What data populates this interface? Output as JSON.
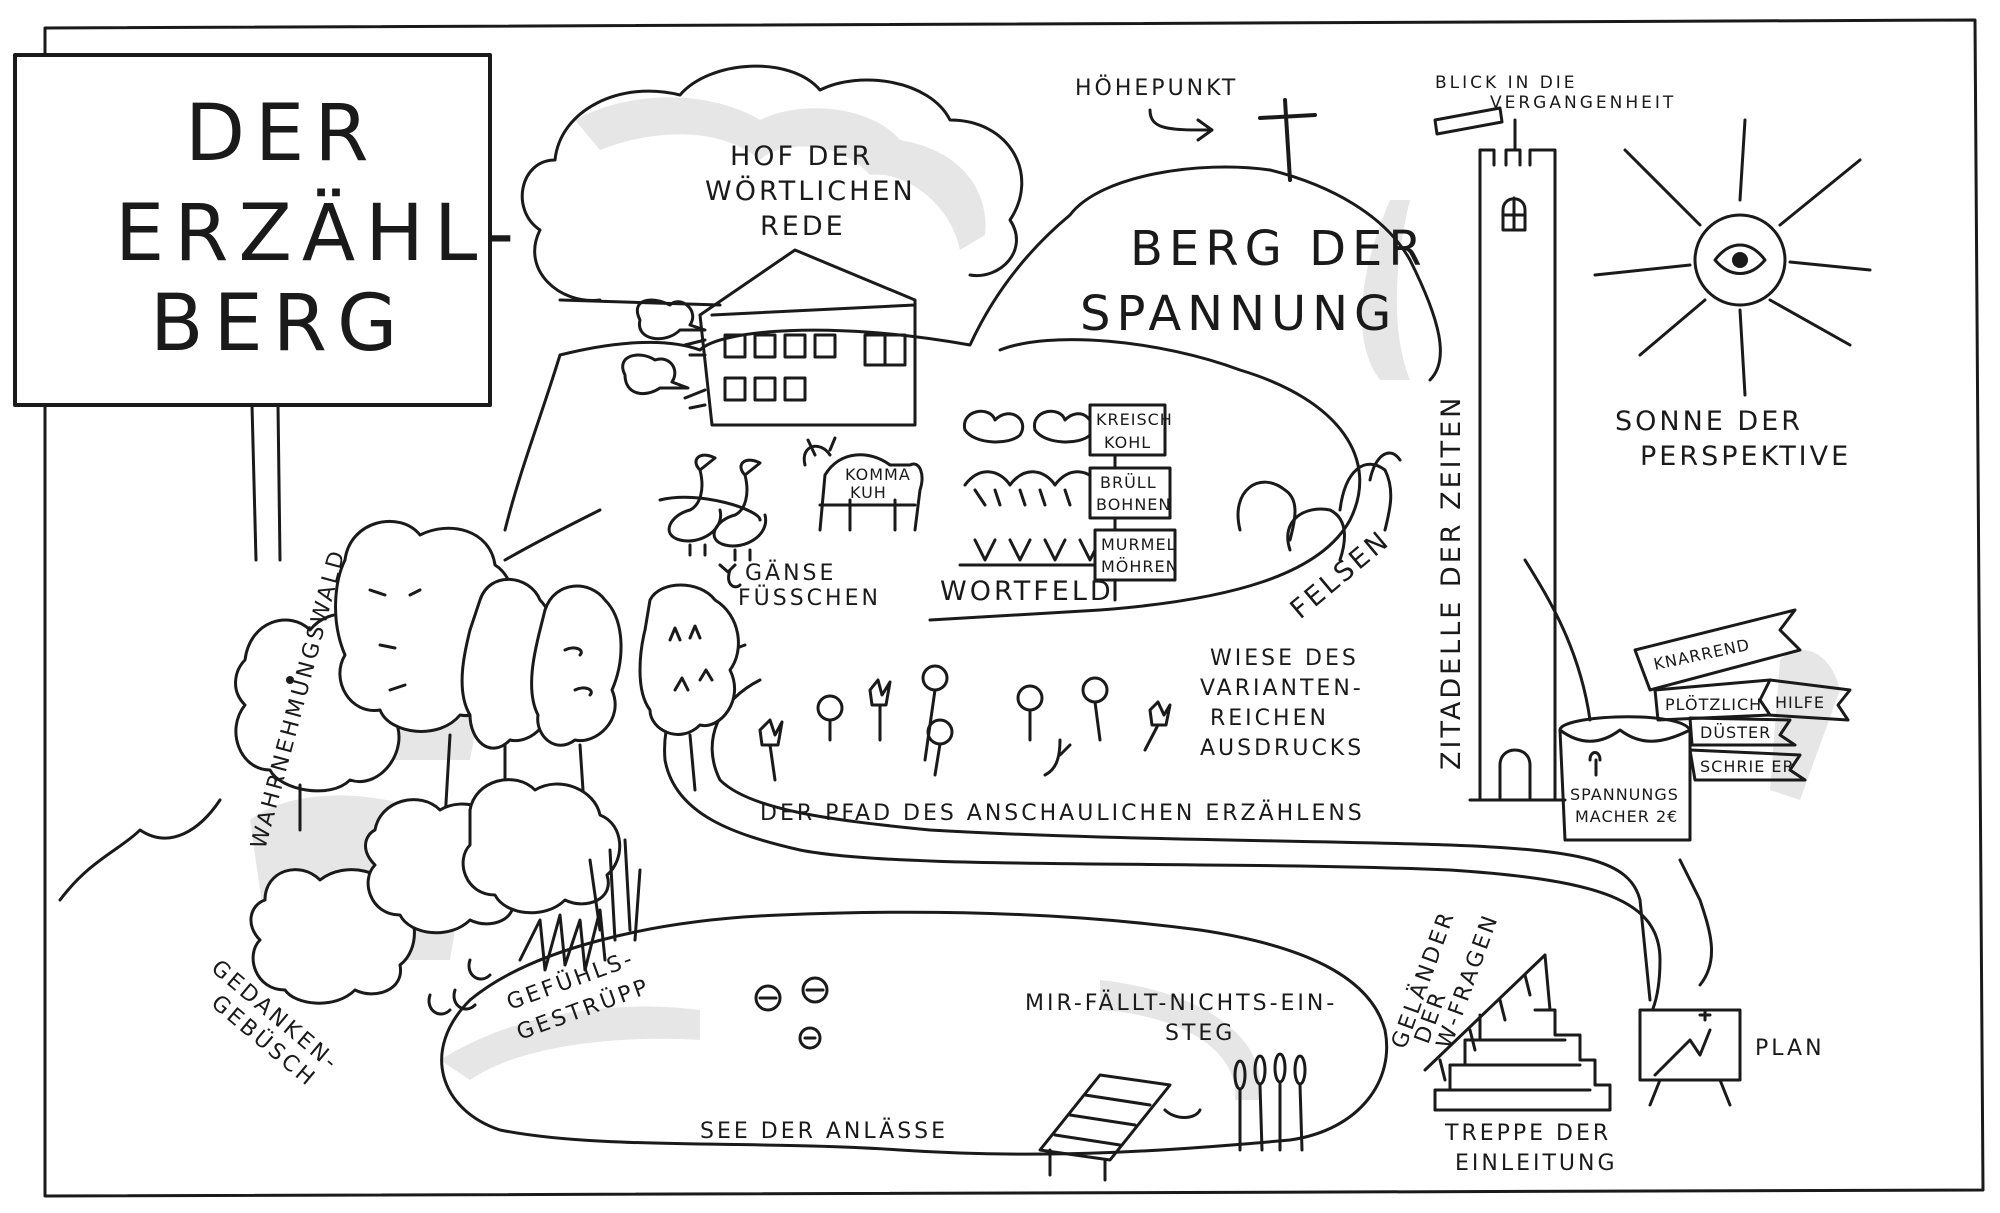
{
  "title": {
    "line1": "DER",
    "line2": "ERZÄHL-",
    "line3": "BERG"
  },
  "labels": {
    "hof_line1": "HOF DER",
    "hof_line2": "WÖRTLICHEN",
    "hof_line3": "REDE",
    "hoehepunkt": "HÖHEPUNKT",
    "blick_line1": "BLICK IN DIE",
    "blick_line2": "VERGANGENHEIT",
    "berg_line1": "BERG DER",
    "berg_line2": "SPANNUNG",
    "sonne_line1": "SONNE DER",
    "sonne_line2": "PERSPEKTIVE",
    "zitadelle": "ZITADELLE DER ZEITEN",
    "kreisch_line1": "KREISCH",
    "kreisch_line2": "KOHL",
    "bruell_line1": "BRÜLL",
    "bruell_line2": "BOHNEN",
    "murmel_line1": "MURMEL",
    "murmel_line2": "MÖHREN",
    "komma_line1": "KOMMA",
    "komma_line2": "KUH",
    "gaense_line1": "GÄNSE",
    "gaense_line2": "FÜSSCHEN",
    "wortfeld": "WORTFELD",
    "felsen": "FELSEN",
    "wiese_line1": "WIESE DES",
    "wiese_line2": "VARIANTEN-",
    "wiese_line3": "REICHEN",
    "wiese_line4": "AUSDRUCKS",
    "wald": "WAHRNEHMUNGSWALD",
    "pfad": "DER PFAD DES ANSCHAULICHEN ERZÄHLENS",
    "knarrend": "KNARREND",
    "ploetzlich": "PLÖTZLICH",
    "hilfe": "HILFE",
    "duster": "DÜSTER",
    "schrieer": "SCHRIE ER",
    "spannung_line1": "SPANNUNGS",
    "spannung_line2": "MACHER 2€",
    "gebuesch_line1": "GEDANKEN-",
    "gebuesch_line2": "GEBÜSCH",
    "gestruepp_line1": "GEFÜHLS-",
    "gestruepp_line2": "GESTRÜPP",
    "steg_line1": "MIR-FÄLLT-NICHTS-EIN-",
    "steg_line2": "STEG",
    "gelaender_line1": "GELÄNDER",
    "gelaender_line2": "DER",
    "gelaender_line3": "W-FRAGEN",
    "see": "SEE DER ANLÄSSE",
    "treppe_line1": "TREPPE DER",
    "treppe_line2": "EINLEITUNG",
    "plan": "PLAN"
  }
}
